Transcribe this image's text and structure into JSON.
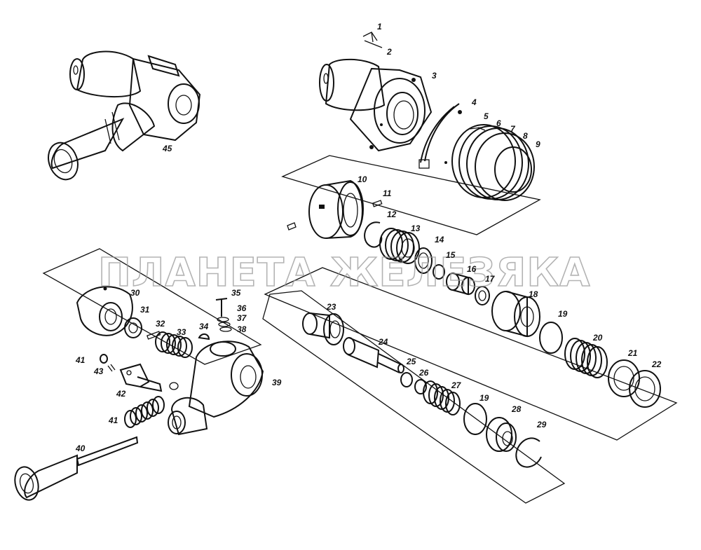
{
  "watermark": "ПЛАНЕТА ЖЕЛЕЗЯКА",
  "callouts": {
    "1": "1",
    "2": "2",
    "3": "3",
    "4": "4",
    "5": "5",
    "6": "6",
    "7": "7",
    "8": "8",
    "9": "9",
    "10": "10",
    "11": "11",
    "12": "12",
    "13": "13",
    "14": "14",
    "15": "15",
    "16": "16",
    "17": "17",
    "18": "18",
    "19a": "19",
    "19b": "19",
    "20": "20",
    "21": "21",
    "22": "22",
    "23": "23",
    "24": "24",
    "25": "25",
    "26": "26",
    "27": "27",
    "28": "28",
    "29": "29",
    "30": "30",
    "31": "31",
    "32": "32",
    "33": "33",
    "34": "34",
    "35": "35",
    "36": "36",
    "37": "37",
    "38": "38",
    "39": "39",
    "40": "40",
    "41a": "41",
    "41b": "41",
    "42": "42",
    "43": "43",
    "45": "45"
  }
}
